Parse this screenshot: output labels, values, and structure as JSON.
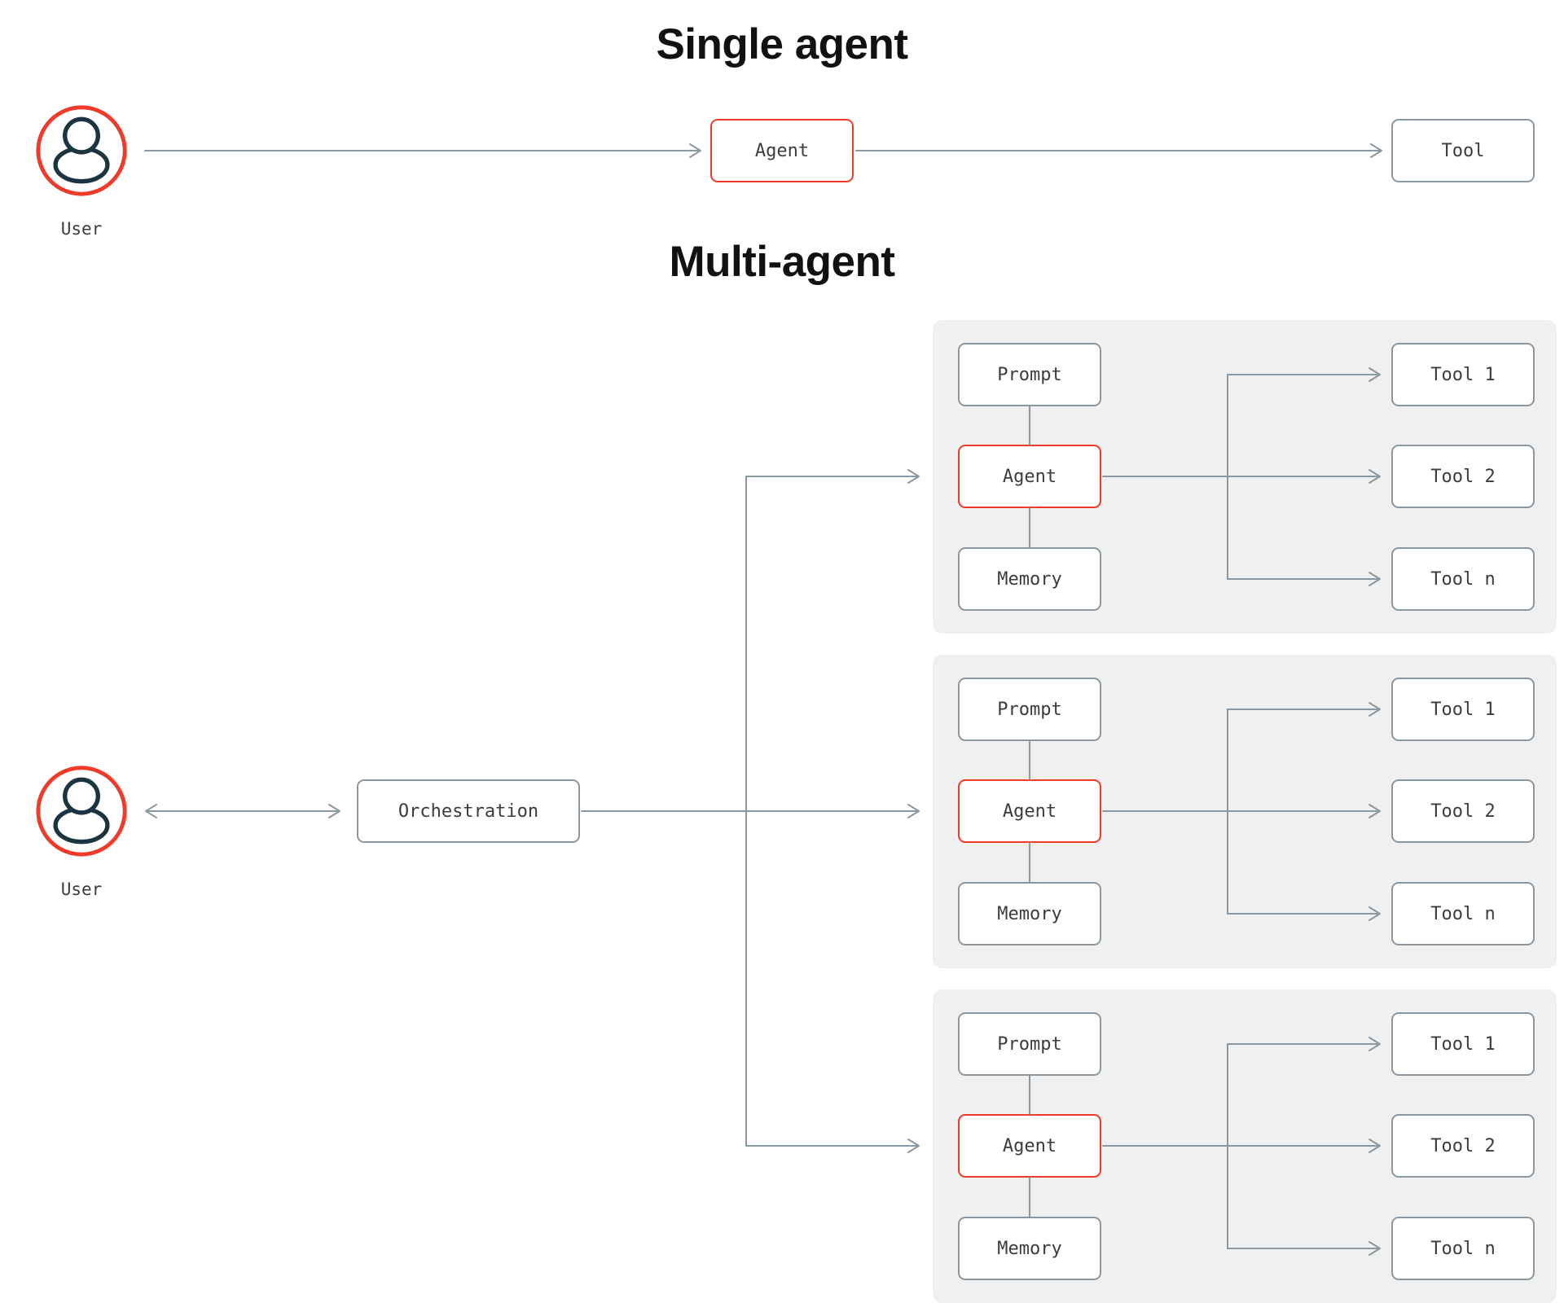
{
  "colors": {
    "accent_red": "#f23a2a",
    "icon_navy": "#1c3440",
    "line_gray": "#8a98a2",
    "panel_gray": "#f0f0f1",
    "node_text": "#3a3d40",
    "title_black": "#111111"
  },
  "single_agent": {
    "title": "Single agent",
    "user_label": "User",
    "agent_label": "Agent",
    "tool_label": "Tool"
  },
  "multi_agent": {
    "title": "Multi-agent",
    "user_label": "User",
    "orchestration_label": "Orchestration",
    "clusters": [
      {
        "prompt_label": "Prompt",
        "agent_label": "Agent",
        "memory_label": "Memory",
        "tool_labels": [
          "Tool 1",
          "Tool 2",
          "Tool n"
        ]
      },
      {
        "prompt_label": "Prompt",
        "agent_label": "Agent",
        "memory_label": "Memory",
        "tool_labels": [
          "Tool 1",
          "Tool 2",
          "Tool n"
        ]
      },
      {
        "prompt_label": "Prompt",
        "agent_label": "Agent",
        "memory_label": "Memory",
        "tool_labels": [
          "Tool 1",
          "Tool 2",
          "Tool n"
        ]
      }
    ]
  }
}
